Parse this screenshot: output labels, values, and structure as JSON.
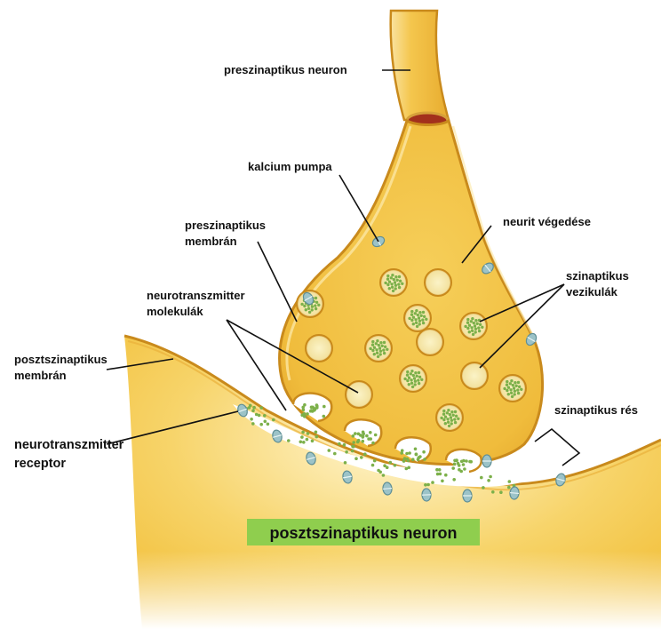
{
  "labels": {
    "presynaptic_neuron": "preszinaptikus neuron",
    "calcium_pump": "kalcium pumpa",
    "presynaptic_membrane_line1": "preszinaptikus",
    "presynaptic_membrane_line2": "membrán",
    "neurite_ending": "neurit végedése",
    "synaptic_vesicles_line1": "szinaptikus",
    "synaptic_vesicles_line2": "vezikulák",
    "nt_molecules_line1": "neurotranszmitter",
    "nt_molecules_line2": "molekulák",
    "postsynaptic_membrane_line1": "posztszinaptikus",
    "postsynaptic_membrane_line2": "membrán",
    "synaptic_cleft": "szinaptikus rés",
    "nt_receptor_line1": "neurotranszmitter",
    "nt_receptor_line2": "receptor",
    "postsynaptic_neuron": "posztszinaptikus neuron"
  },
  "colors": {
    "neuron_fill": "#f2bf3a",
    "neuron_light": "#fbe6a2",
    "neuron_edge": "#c98a1c",
    "axon_hole": "#a3301c",
    "vesicle_fill": "#f4e7a8",
    "vesicle_dots": "#7cb04a",
    "receptor": "#9cc3c8",
    "title_badge": "#8fce4e"
  }
}
